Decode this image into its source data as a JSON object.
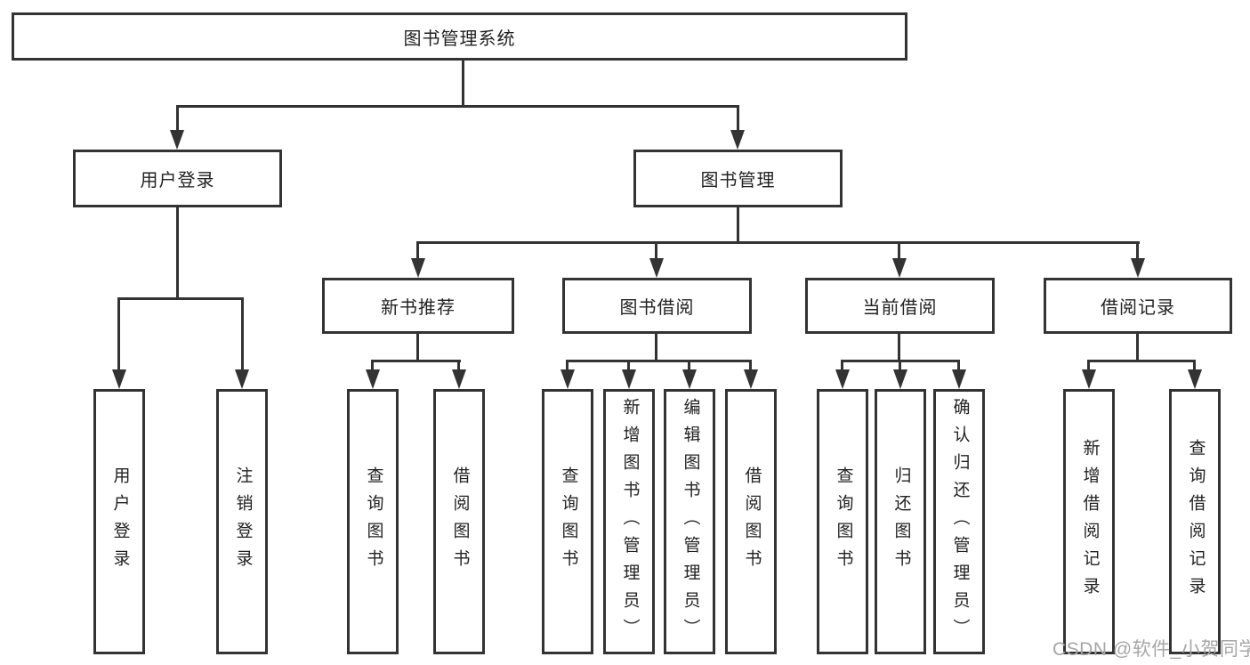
{
  "colors": {
    "line": "#333333",
    "box_border": "#333333",
    "text": "#222222",
    "watermark": "#a6a6a6",
    "background": "#ffffff"
  },
  "tree": {
    "root": {
      "label": "图书管理系统",
      "children": [
        {
          "label": "用户登录",
          "children": [
            {
              "label": "用户登录"
            },
            {
              "label": "注销登录"
            }
          ]
        },
        {
          "label": "图书管理",
          "children": [
            {
              "label": "新书推荐",
              "children": [
                {
                  "label": "查询图书"
                },
                {
                  "label": "借阅图书"
                }
              ]
            },
            {
              "label": "图书借阅",
              "children": [
                {
                  "label": "查询图书"
                },
                {
                  "label": "新增图书（管理员）"
                },
                {
                  "label": "编辑图书（管理员）"
                },
                {
                  "label": "借阅图书"
                }
              ]
            },
            {
              "label": "当前借阅",
              "children": [
                {
                  "label": "查询图书"
                },
                {
                  "label": "归还图书"
                },
                {
                  "label": "确认归还（管理员）"
                }
              ]
            },
            {
              "label": "借阅记录",
              "children": [
                {
                  "label": "新增借阅记录"
                },
                {
                  "label": "查询借阅记录"
                }
              ]
            }
          ]
        }
      ]
    }
  },
  "watermark": {
    "text": "CSDN @软件_小贺同学"
  }
}
